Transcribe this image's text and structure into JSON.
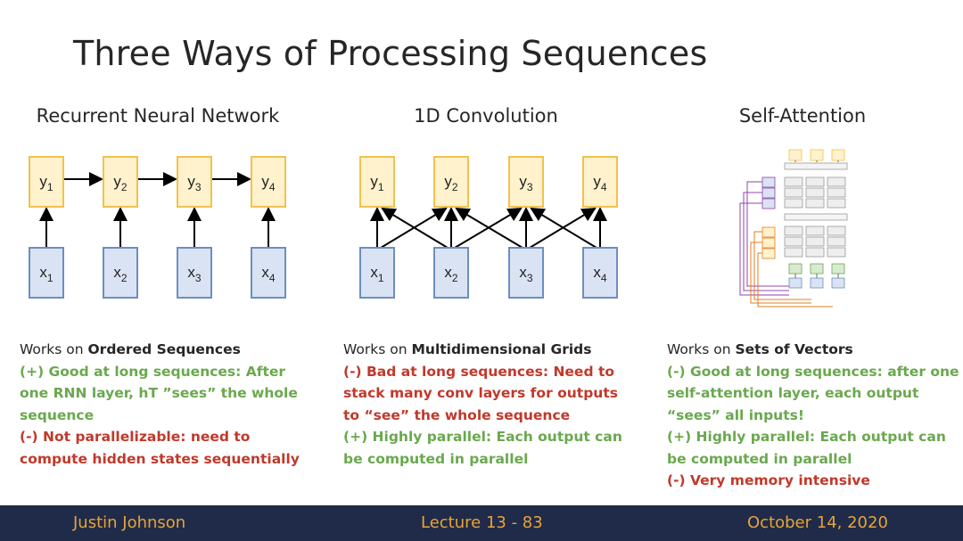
{
  "slide": {
    "title": "Three Ways of Processing Sequences"
  },
  "columns": {
    "rnn": {
      "heading": "Recurrent Neural Network",
      "outputs": [
        "y1",
        "y2",
        "y3",
        "y4"
      ],
      "inputs": [
        "x1",
        "x2",
        "x3",
        "x4"
      ],
      "lead": "Works on ",
      "key": "Ordered Sequences",
      "lines": [
        {
          "tone": "green",
          "text": "(+) Good at long sequences: After one RNN layer, hT ”sees” the whole sequence"
        },
        {
          "tone": "red",
          "text": "(-) Not parallelizable: need to compute hidden states sequentially"
        }
      ]
    },
    "conv": {
      "heading": "1D Convolution",
      "outputs": [
        "y1",
        "y2",
        "y3",
        "y4"
      ],
      "inputs": [
        "x1",
        "x2",
        "x3",
        "x4"
      ],
      "lead": "Works on ",
      "key": "Multidimensional Grids",
      "lines": [
        {
          "tone": "red",
          "text": "(-) Bad at long sequences: Need to stack many conv layers for outputs to “see” the whole sequence"
        },
        {
          "tone": "green",
          "text": "(+) Highly parallel: Each output can be computed in parallel"
        }
      ]
    },
    "sa": {
      "heading": "Self-Attention",
      "lead": "Works on ",
      "key": "Sets of Vectors",
      "lines": [
        {
          "tone": "green",
          "text": "(-) Good at long sequences: after one self-attention layer, each output “sees” all inputs!"
        },
        {
          "tone": "green",
          "text": "(+) Highly parallel: Each output can be computed in parallel"
        },
        {
          "tone": "red",
          "text": "(-) Very memory intensive"
        }
      ]
    }
  },
  "footer": {
    "author": "Justin Johnson",
    "lecture": "Lecture 13 - 83",
    "date": "October 14, 2020"
  },
  "colors": {
    "output_fill": "#fff2cc",
    "output_stroke": "#f2c14e",
    "input_fill": "#dae3f3",
    "input_stroke": "#6c8ebf",
    "green": "#6aa84f",
    "red": "#c0392b",
    "footer_bg": "#1f2b48",
    "footer_text": "#e8a33a"
  }
}
